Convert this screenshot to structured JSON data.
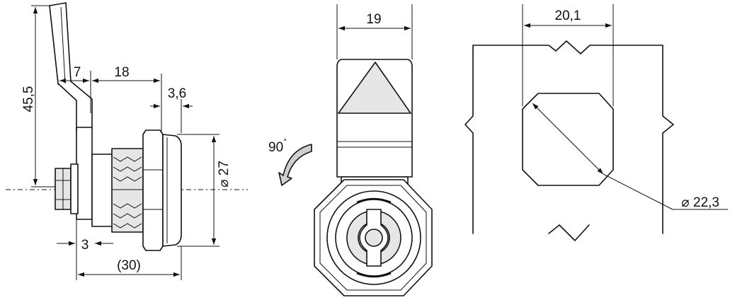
{
  "dimensions": {
    "lever_height": "45,5",
    "lever_offset": "7",
    "body_length": "18",
    "flange_thickness": "3,6",
    "flange_diameter": "⌀ 27",
    "nut_thickness": "3",
    "overall_length": "(30)",
    "cam_width": "19",
    "rotation_angle": "90",
    "rotation_unit": "°",
    "cutout_width": "20,1",
    "cutout_diameter": "⌀ 22,3"
  }
}
